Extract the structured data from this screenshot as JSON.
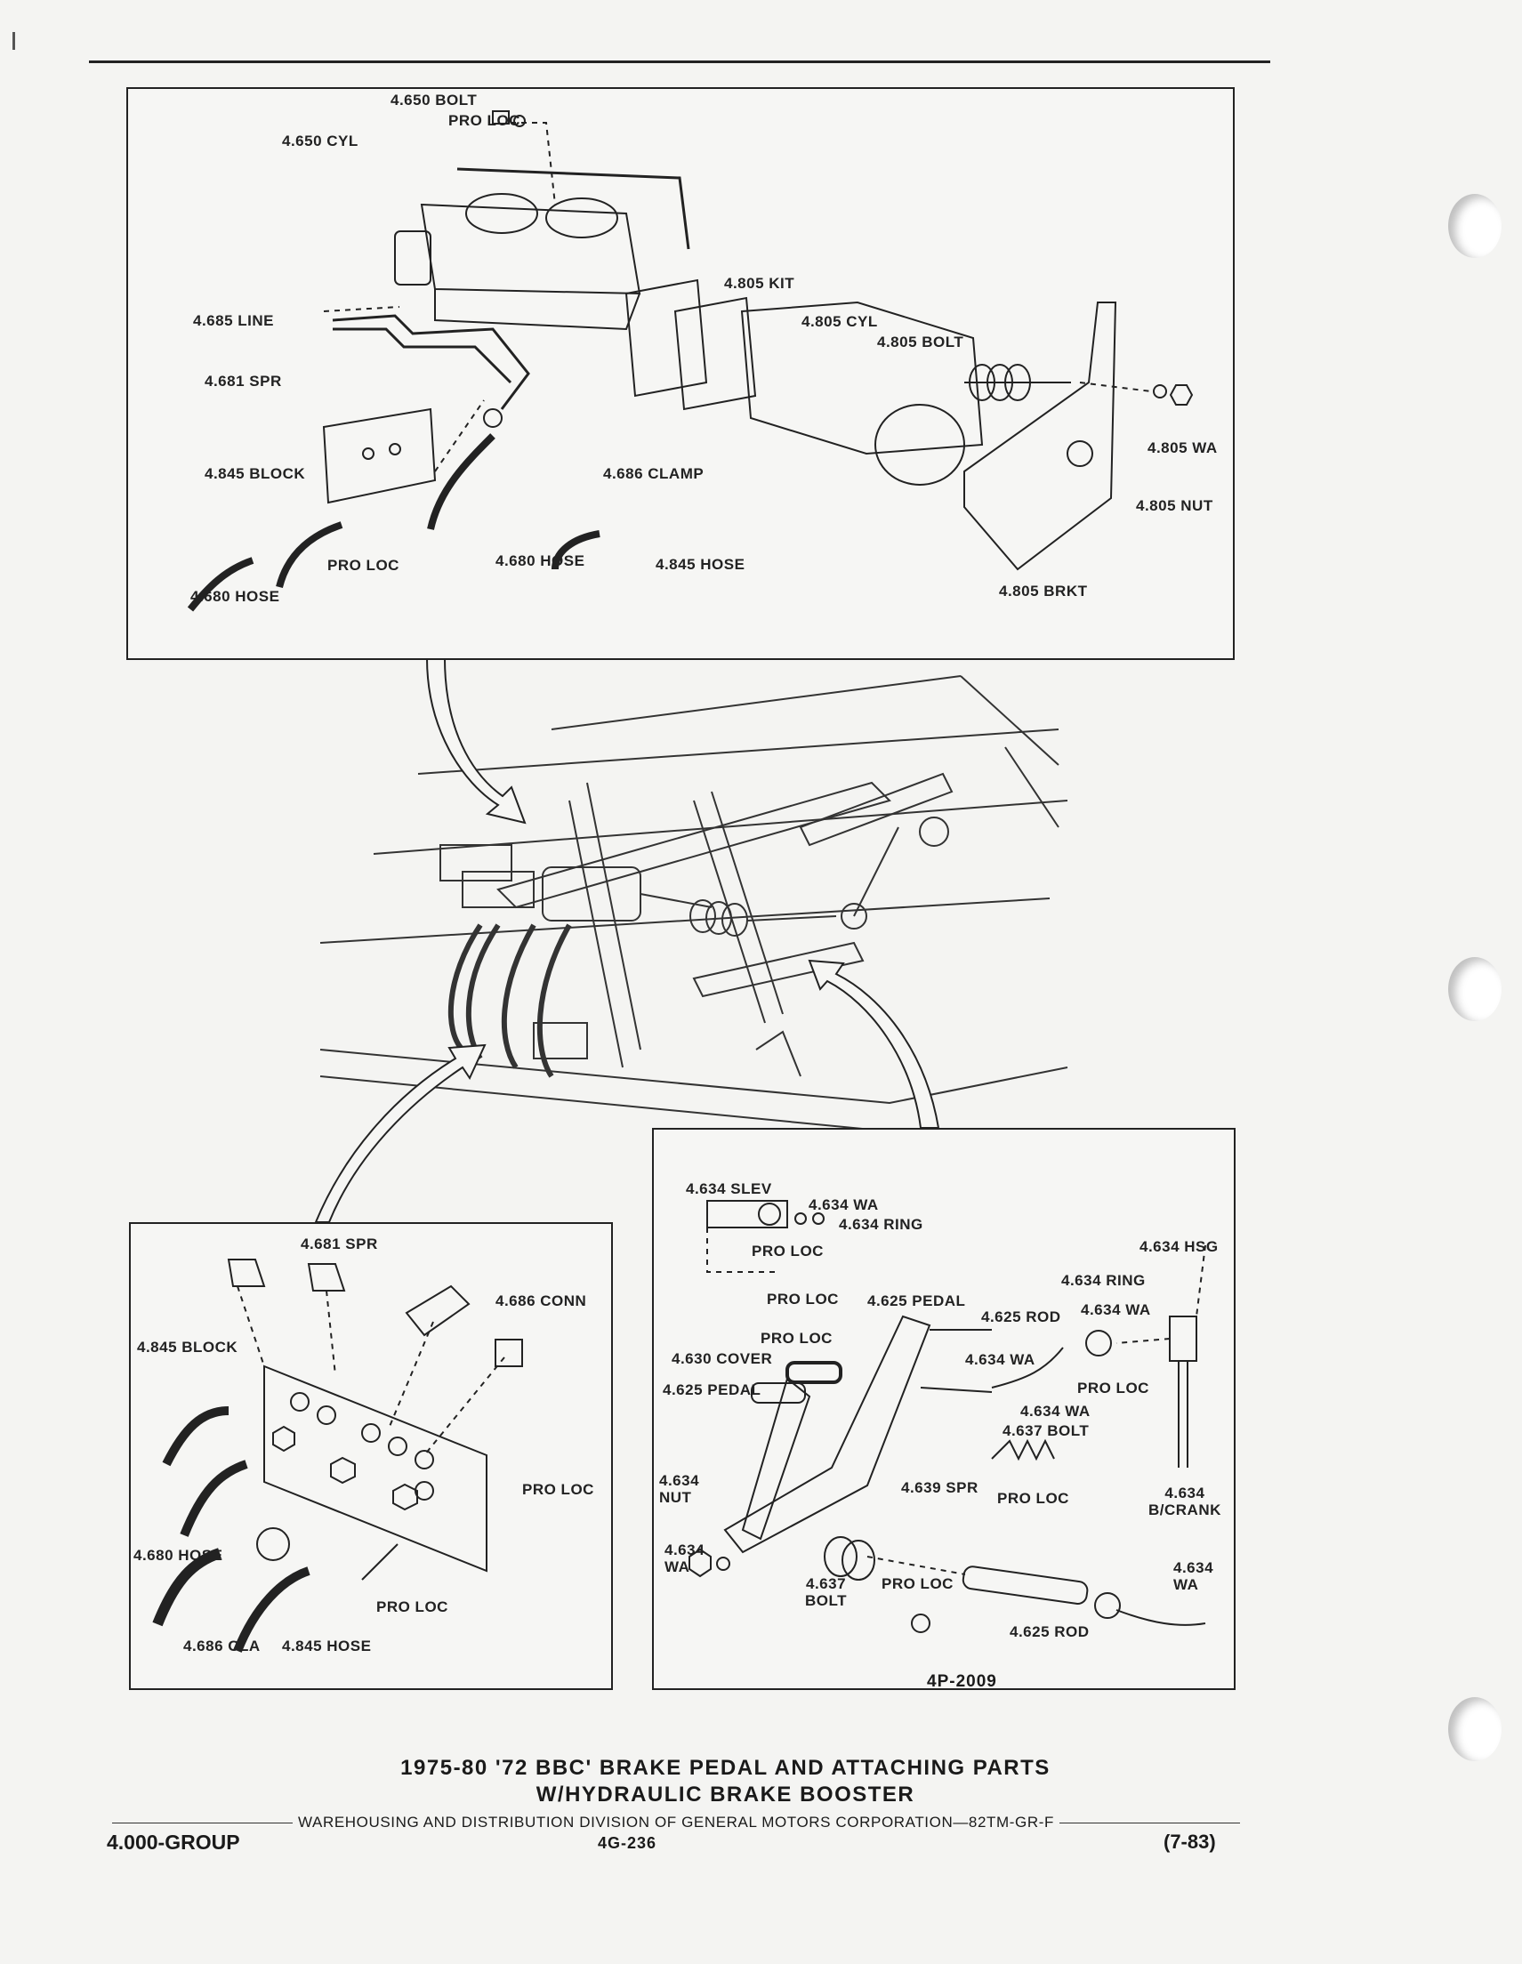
{
  "panel_top_labels": {
    "bolt_4650": "4.650 BOLT",
    "pro_loc_1": "PRO LOC",
    "cyl_4650": "4.650 CYL",
    "kit_4805": "4.805 KIT",
    "line_4685": "4.685 LINE",
    "cyl_4805": "4.805 CYL",
    "bolt_4805": "4.805 BOLT",
    "spr_4681": "4.681 SPR",
    "wa_4805": "4.805 WA",
    "block_4845": "4.845 BLOCK",
    "clamp_4686": "4.686 CLAMP",
    "nut_4805": "4.805 NUT",
    "pro_loc_2": "PRO LOC",
    "hose_4680_a": "4.680 HOSE",
    "hose_4845": "4.845 HOSE",
    "hose_4680_b": "4.680 HOSE",
    "brkt_4805": "4.805 BRKT"
  },
  "panel_left_labels": {
    "spr_4681": "4.681 SPR",
    "conn_4686": "4.686 CONN",
    "block_4845": "4.845 BLOCK",
    "pro_loc_1": "PRO LOC",
    "hose_4680": "4.680 HOSE",
    "pro_loc_2": "PRO LOC",
    "cla_4686": "4.686 CLA",
    "hose_4845": "4.845 HOSE"
  },
  "panel_right_labels": {
    "slev_4634": "4.634 SLEV",
    "wa_4634_a": "4.634 WA",
    "ring_4634_a": "4.634 RING",
    "pro_loc_a": "PRO LOC",
    "hsg_4634": "4.634 HSG",
    "ring_4634_b": "4.634 RING",
    "pro_loc_b": "PRO LOC",
    "pedal_4625_a": "4.625 PEDAL",
    "wa_4634_b": "4.634 WA",
    "rod_4625_a": "4.625 ROD",
    "pro_loc_c": "PRO LOC",
    "cover_4630": "4.630 COVER",
    "wa_4634_c": "4.634 WA",
    "pro_loc_d": "PRO LOC",
    "pedal_4625_b": "4.625 PEDAL",
    "wa_4634_d": "4.634 WA",
    "bolt_4637_a": "4.637 BOLT",
    "nut_4634": "4.634\nNUT",
    "spr_4639": "4.639 SPR",
    "pro_loc_e": "PRO LOC",
    "bcrank_4634": "4.634\nB/CRANK",
    "wa_4634_e": "4.634\nWA",
    "bolt_4637_b": "4.637\nBOLT",
    "pro_loc_f": "PRO LOC",
    "wa_4634_f": "4.634\nWA",
    "rod_4625_b": "4.625 ROD"
  },
  "figure_id": "4P-2009",
  "title_line1": "1975-80 '72 BBC' BRAKE PEDAL AND ATTACHING PARTS",
  "title_line2": "W/HYDRAULIC BRAKE BOOSTER",
  "footer": {
    "division": "WAREHOUSING AND DISTRIBUTION  DIVISION OF GENERAL MOTORS CORPORATION—82TM-GR-F",
    "group": "4.000-GROUP",
    "page": "4G-236",
    "date": "(7-83)"
  }
}
